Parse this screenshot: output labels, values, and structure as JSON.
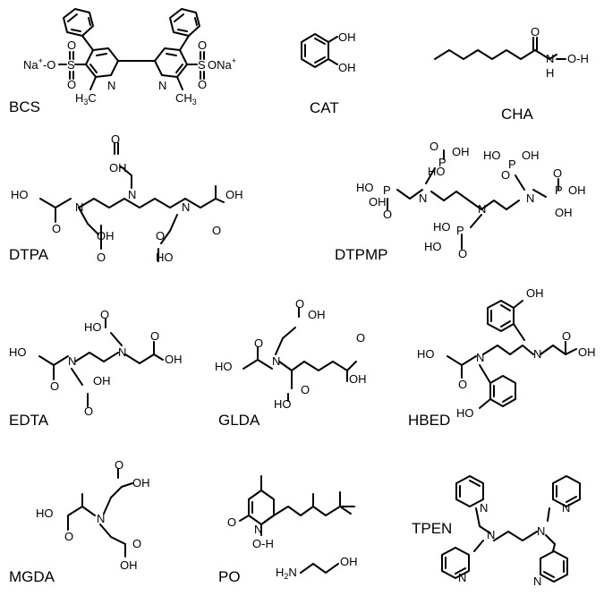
{
  "compounds": [
    {
      "id": "bcs",
      "name": "BCS"
    },
    {
      "id": "cat",
      "name": "CAT"
    },
    {
      "id": "cha",
      "name": "CHA"
    },
    {
      "id": "dtpa",
      "name": "DTPA"
    },
    {
      "id": "dtpmp",
      "name": "DTPMP"
    },
    {
      "id": "edta",
      "name": "EDTA"
    },
    {
      "id": "glda",
      "name": "GLDA"
    },
    {
      "id": "hbed",
      "name": "HBED"
    },
    {
      "id": "mgda",
      "name": "MGDA"
    },
    {
      "id": "po",
      "name": "PO"
    },
    {
      "id": "tpen",
      "name": "TPEN"
    }
  ],
  "atom_text": {
    "na": "Na",
    "plus": "+",
    "o": "O",
    "s": "S",
    "n": "N",
    "h": "H",
    "oh": "OH",
    "ho": "HO",
    "ch3_c": "C",
    "ch3_h": "H",
    "sub3": "3",
    "p": "P",
    "h2n_h": "H",
    "sub2": "2",
    "h2n_n": "N",
    "dash": "-"
  }
}
